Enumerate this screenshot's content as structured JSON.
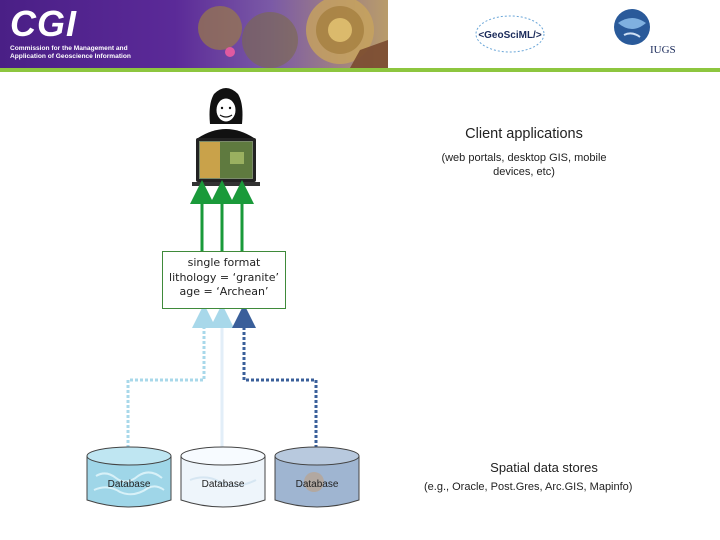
{
  "header": {
    "logo_text": "CGI",
    "logo_subtitle_line1": "Commission for the Management and",
    "logo_subtitle_line2": "Application of Geoscience Information",
    "geosciml_logo_text": "<GeoSciML/>",
    "iugs_logo_text": "IUGS"
  },
  "client": {
    "title": "Client applications",
    "subtitle_line1": "(web portals, desktop GIS, mobile",
    "subtitle_line2": "devices, etc)"
  },
  "format_box": {
    "line1": "single format",
    "line2": "lithology = ‘granite’",
    "line3": "age = ‘Archean’"
  },
  "databases": [
    {
      "label": "Database",
      "color": "#9fd6e8"
    },
    {
      "label": "Database",
      "color": "#e8f1f8"
    },
    {
      "label": "Database",
      "color": "#9fb5d1"
    }
  ],
  "spatial": {
    "title": "Spatial data stores",
    "subtitle": "(e.g., Oracle, Post.Gres, Arc.GIS, Mapinfo)"
  },
  "colors": {
    "banner_purple": "#4a1f86",
    "accent_green": "#8dc63f",
    "arrow_green": "#1a9a3a",
    "arrow_light_blue": "#a8d8ea",
    "arrow_dark_blue": "#3a5f9a"
  }
}
